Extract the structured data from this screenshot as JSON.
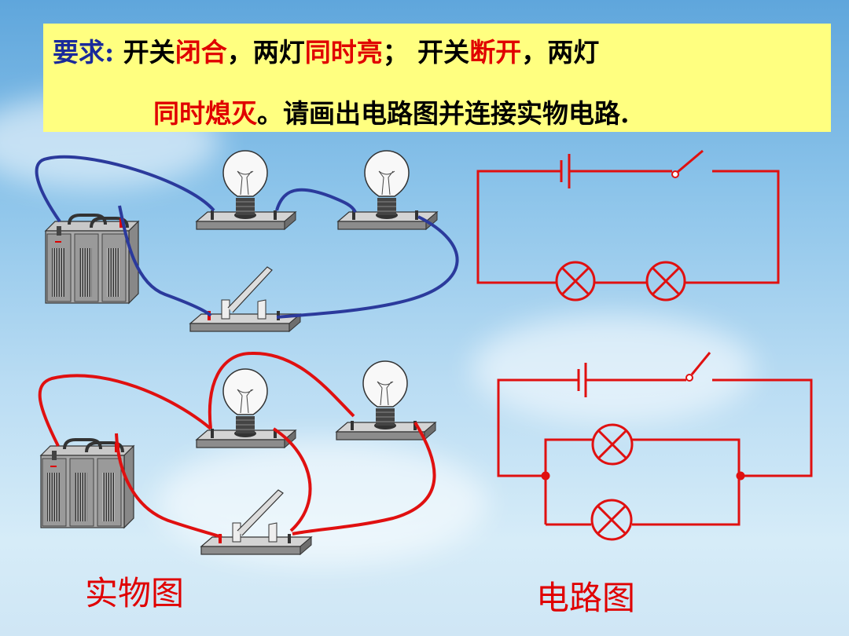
{
  "requirement": {
    "label": "要求:",
    "line1": [
      {
        "text": " 开关",
        "color": "black"
      },
      {
        "text": "闭合",
        "color": "red"
      },
      {
        "text": "，两灯",
        "color": "black"
      },
      {
        "text": "同时亮",
        "color": "red"
      },
      {
        "text": "；  开关",
        "color": "black"
      },
      {
        "text": "断开",
        "color": "red"
      },
      {
        "text": "，两灯",
        "color": "black"
      }
    ],
    "line2": [
      {
        "text": "同时熄灭",
        "color": "red"
      },
      {
        "text": "。请画出电路图并连接实物电路.",
        "color": "black"
      }
    ]
  },
  "captions": {
    "physical": "实物图",
    "circuit": "电路图"
  },
  "colors": {
    "banner": "#ffff80",
    "label_blue": "#1a2a9a",
    "highlight_red": "#e00000",
    "wire_blue": "#2b3a9c",
    "wire_red": "#e01010"
  }
}
